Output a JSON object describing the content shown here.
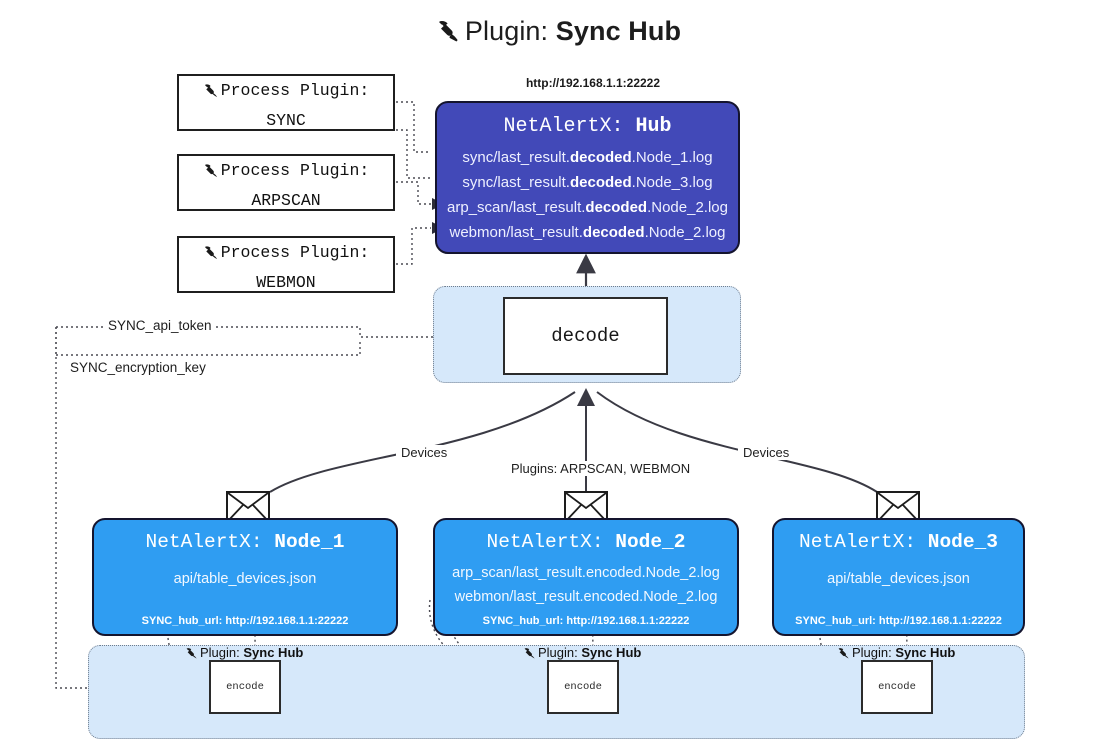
{
  "title": {
    "icon": "plug-icon",
    "prefix": "Plugin:",
    "name": "Sync Hub"
  },
  "process_plugins": [
    {
      "icon": "plug-icon",
      "line1": "Process Plugin:",
      "line2": "SYNC"
    },
    {
      "icon": "plug-icon",
      "line1": "Process Plugin:",
      "line2": "ARPSCAN"
    },
    {
      "icon": "plug-icon",
      "line1": "Process Plugin:",
      "line2": "WEBMON"
    }
  ],
  "hub": {
    "url": "http://192.168.1.1:22222",
    "title_prefix": "NetAlertX:",
    "title_name": "Hub",
    "logs": [
      {
        "pre": "sync/last_result.",
        "mid": "decoded",
        "post": ".Node_1.log"
      },
      {
        "pre": "sync/last_result.",
        "mid": "decoded",
        "post": ".Node_3.log"
      },
      {
        "pre": "arp_scan/last_result.",
        "mid": "decoded",
        "post": ".Node_2.log"
      },
      {
        "pre": "webmon/last_result.",
        "mid": "decoded",
        "post": ".Node_2.log"
      }
    ]
  },
  "tokens": {
    "api_token": "SYNC_api_token",
    "encryption_key": "SYNC_encryption_key"
  },
  "decode": {
    "label": "decode"
  },
  "edges": {
    "devices_left": "Devices",
    "devices_right": "Devices",
    "plugins_middle": "Plugins: ARPSCAN, WEBMON"
  },
  "nodes": [
    {
      "title_prefix": "NetAlertX:",
      "title_name": "Node_1",
      "rows": [
        "api/table_devices.json"
      ],
      "footer_key": "SYNC_hub_url:",
      "footer_value": "http://192.168.1.1:22222",
      "envelope_icon": "envelope-icon"
    },
    {
      "title_prefix": "NetAlertX:",
      "title_name": "Node_2",
      "rows": [
        "arp_scan/last_result.encoded.Node_2.log",
        "webmon/last_result.encoded.Node_2.log"
      ],
      "footer_key": "SYNC_hub_url:",
      "footer_value": "http://192.168.1.1:22222",
      "envelope_icon": "envelope-icon"
    },
    {
      "title_prefix": "NetAlertX:",
      "title_name": "Node_3",
      "rows": [
        "api/table_devices.json"
      ],
      "footer_key": "SYNC_hub_url:",
      "footer_value": "http://192.168.1.1:22222",
      "envelope_icon": "envelope-icon"
    }
  ],
  "plugin_strip": [
    {
      "icon": "plug-icon",
      "prefix": "Plugin:",
      "name": "Sync Hub",
      "box": "encode"
    },
    {
      "icon": "plug-icon",
      "prefix": "Plugin:",
      "name": "Sync Hub",
      "box": "encode"
    },
    {
      "icon": "plug-icon",
      "prefix": "Plugin:",
      "name": "Sync Hub",
      "box": "encode"
    }
  ],
  "colors": {
    "hub_fill": "#4249b8",
    "node_fill": "#2f9df2",
    "panel_fill": "#d6e8fa",
    "stroke": "#14142e",
    "background": "#ffffff"
  }
}
